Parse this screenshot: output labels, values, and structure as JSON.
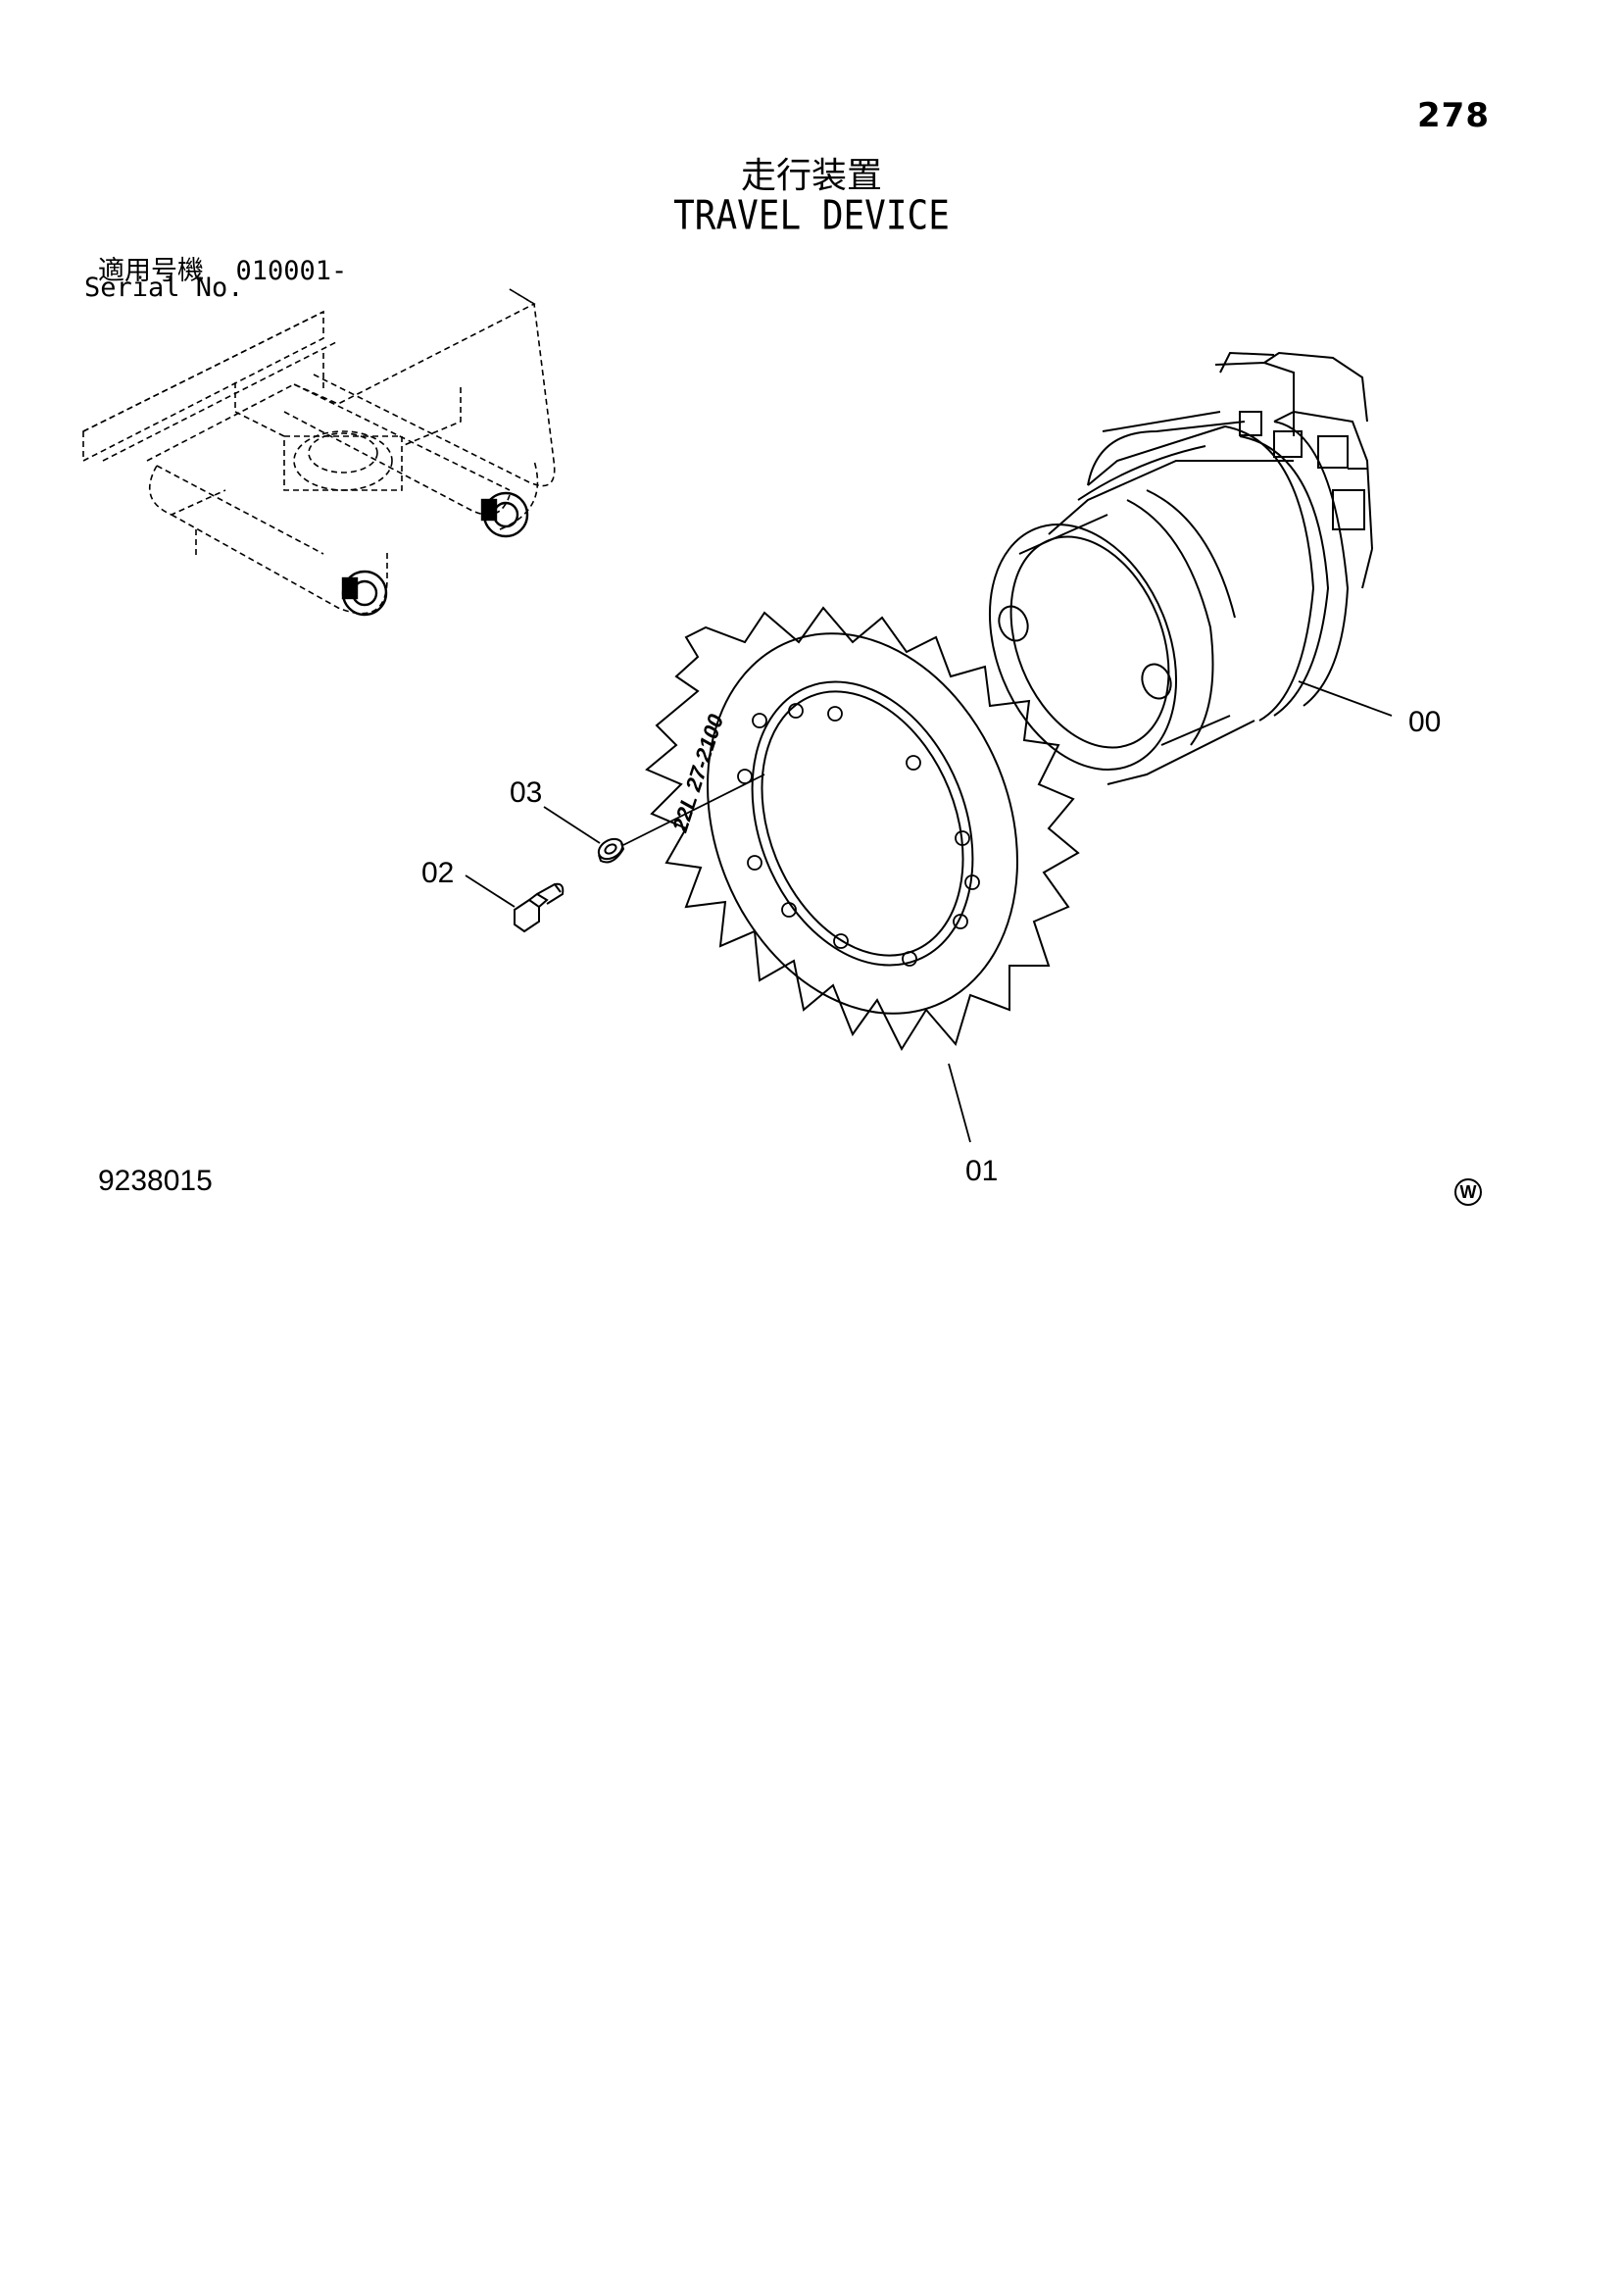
{
  "header": {
    "page_number": "278",
    "title_jp": "走行装置",
    "title_en": "TRAVEL DEVICE"
  },
  "serial": {
    "label_jp": "適用号機",
    "range": "010001-",
    "label_en": "Serial No."
  },
  "parts": [
    {
      "id": "part-00",
      "label": "00"
    },
    {
      "id": "part-01",
      "label": "01"
    },
    {
      "id": "part-02",
      "label": "02"
    },
    {
      "id": "part-03",
      "label": "03"
    }
  ],
  "sprocket_marking": "22L 27-2100",
  "footer": {
    "drawing_number": "9238015",
    "mark": "W"
  }
}
